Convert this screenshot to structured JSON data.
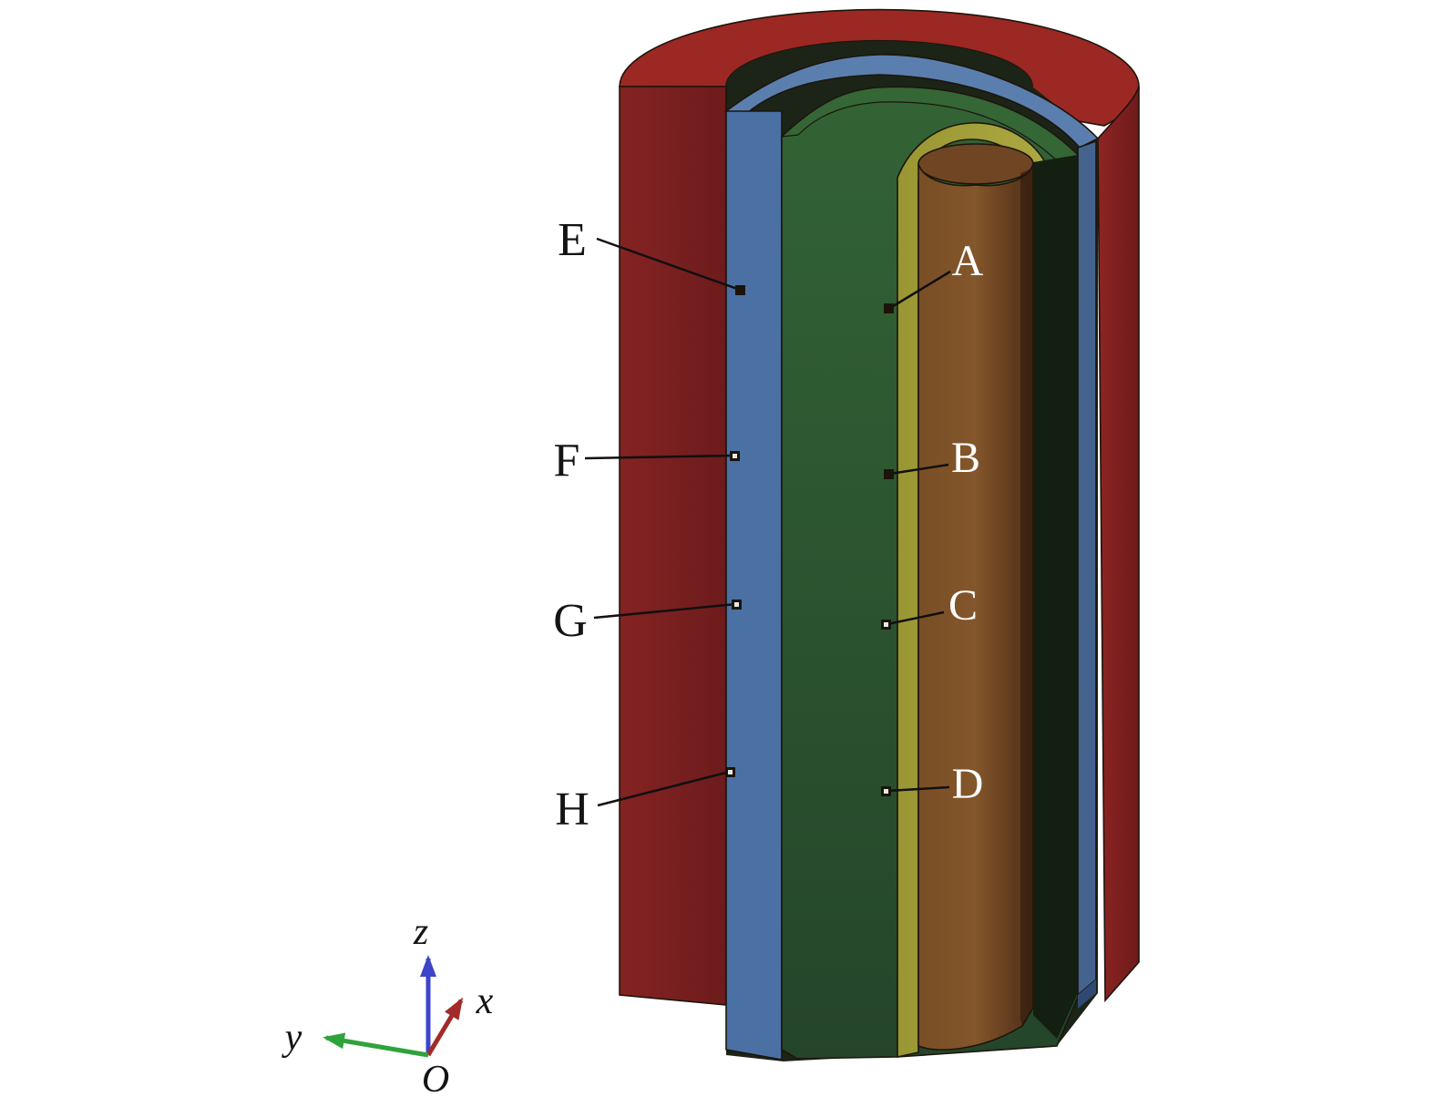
{
  "figure": {
    "kind": "cutaway cylinder model",
    "probes": {
      "inner": [
        {
          "label": "A"
        },
        {
          "label": "B"
        },
        {
          "label": "C"
        },
        {
          "label": "D"
        }
      ],
      "outer": [
        {
          "label": "E"
        },
        {
          "label": "F"
        },
        {
          "label": "G"
        },
        {
          "label": "H"
        }
      ]
    },
    "axes": {
      "z": "z",
      "x": "x",
      "y": "y",
      "origin": "O"
    },
    "layer_colors": {
      "outer_shell": "#9b2823",
      "second_shell": "#4f74a6",
      "third_shell": "#2f5e33",
      "fourth_shell": "#a4a039",
      "core": "#7a4e26"
    },
    "axis_colors": {
      "x": "#a22a28",
      "y": "#2fa33b",
      "z": "#3c44c8"
    }
  }
}
